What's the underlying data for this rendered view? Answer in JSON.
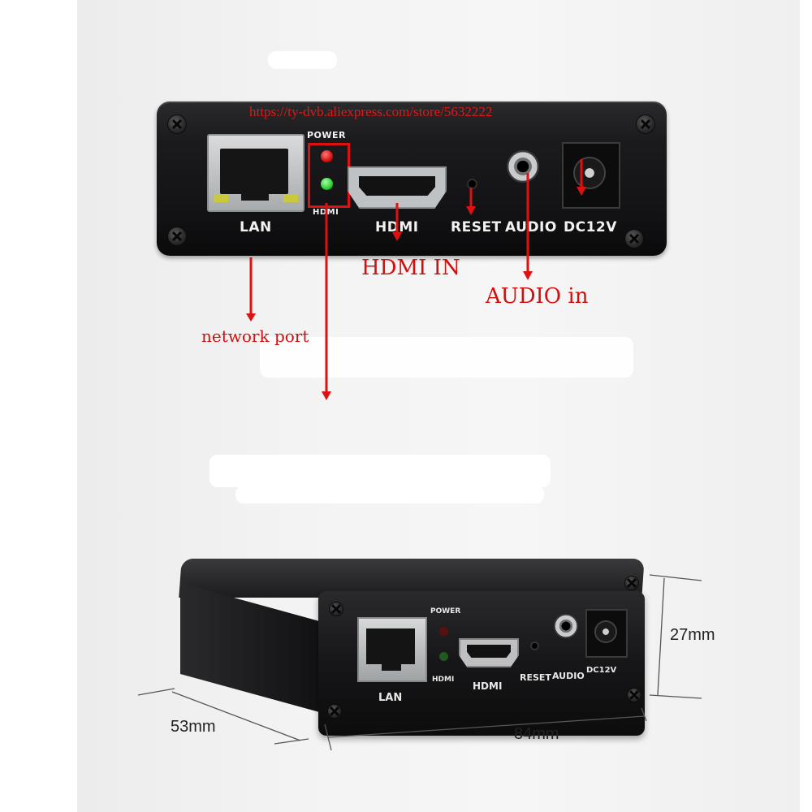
{
  "url": "https://ty-dvb.aliexpress.com/store/5632222",
  "top_panel": {
    "lan": "LAN",
    "power": "POWER",
    "hdmi_led": "HDMI",
    "hdmi": "HDMI",
    "reset": "RESET",
    "audio": "AUDIO",
    "dc": "DC12V"
  },
  "annotations": {
    "hdmi_in": "HDMI IN",
    "audio_in": "AUDIO in",
    "network_port": "network port"
  },
  "bottom_panel": {
    "lan": "LAN",
    "power": "POWER",
    "hdmi_led": "HDMI",
    "hdmi": "HDMI",
    "reset": "RESET",
    "audio": "AUDIO",
    "dc": "DC12V"
  },
  "dimensions": {
    "height": "27mm",
    "depth": "53mm",
    "width": "84mm"
  },
  "colors": {
    "annotation_red": "#e01010",
    "power_led": "#e01515",
    "hdmi_led": "#2fd02f"
  }
}
